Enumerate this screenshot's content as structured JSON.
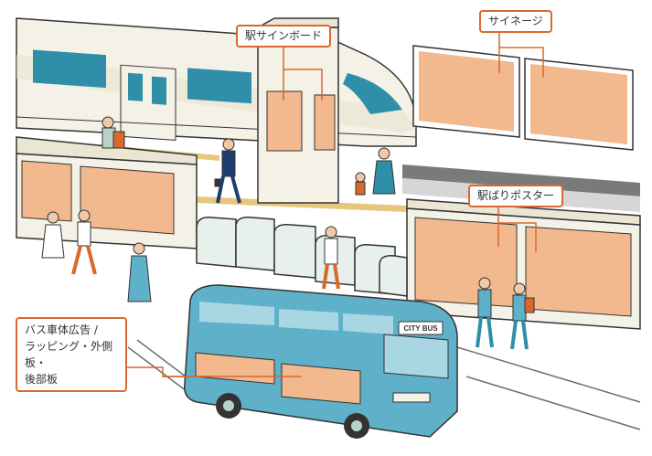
{
  "colors": {
    "accent": "#d9692b",
    "ad_fill": "#f2b98f",
    "train_body": "#f4f1e6",
    "train_stripe": "#2f8fa8",
    "bus_body": "#5fb0c9",
    "platform_line": "#e7c77d"
  },
  "labels": {
    "station_signboard": "駅サインボード",
    "signage": "サイネージ",
    "station_poster": "駅ばりポスター",
    "bus_ad_line1": "バス車体広告 /",
    "bus_ad_line2": "ラッピング・外側板・",
    "bus_ad_line3": "後部板",
    "bus_sign": "CITY BUS"
  }
}
